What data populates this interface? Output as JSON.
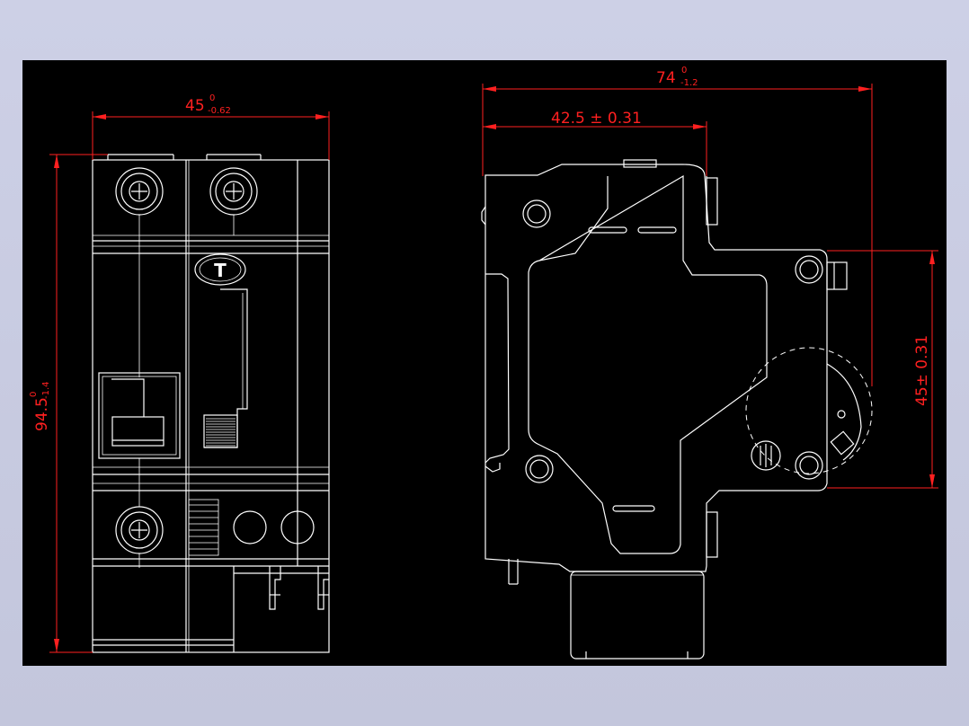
{
  "colors": {
    "background": "#000000",
    "outline": "#ffffff",
    "dimension": "#ff2020",
    "frame": "#cdd0e6"
  },
  "dimensions": {
    "front_width": {
      "value": "45",
      "tol_upper": "0",
      "tol_lower": "-0.62"
    },
    "front_height": {
      "value": "94.5",
      "tol_upper": "0",
      "tol_lower": "-1.4"
    },
    "side_width": {
      "value": "74",
      "tol_upper": "0",
      "tol_lower": "-1.2"
    },
    "side_depth": {
      "value": "42.5 ± 0.31"
    },
    "side_height": {
      "value": "45± 0.31"
    }
  },
  "logo": {
    "letter": "T"
  }
}
